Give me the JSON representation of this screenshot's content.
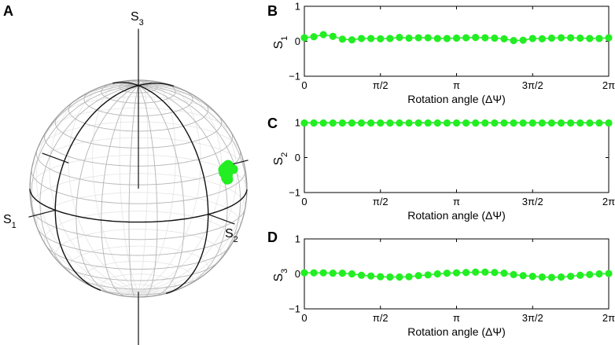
{
  "panels": {
    "A": {
      "letter": "A"
    },
    "B": {
      "letter": "B"
    },
    "C": {
      "letter": "C"
    },
    "D": {
      "letter": "D"
    }
  },
  "sphere": {
    "axis_labels": [
      {
        "name": "S",
        "sub": "1"
      },
      {
        "name": "S",
        "sub": "2"
      },
      {
        "name": "S",
        "sub": "3"
      }
    ],
    "point_color": "#22ee22"
  },
  "chart_data": [
    {
      "type": "scatter",
      "panel": "B",
      "ylabel": {
        "name": "S",
        "sub": "1"
      },
      "xlabel": "Rotation angle (ΔΨ)",
      "xlim": [
        0,
        6.2832
      ],
      "ylim": [
        -1,
        1
      ],
      "xticks": [
        {
          "value": 0,
          "label": "0"
        },
        {
          "value": 1.5708,
          "label": "π/2"
        },
        {
          "value": 3.1416,
          "label": "π"
        },
        {
          "value": 4.7124,
          "label": "3π/2"
        },
        {
          "value": 6.2832,
          "label": "2π"
        }
      ],
      "yticks": [
        {
          "value": -1,
          "label": "−1"
        },
        {
          "value": 0,
          "label": "0"
        },
        {
          "value": 1,
          "label": "1"
        }
      ],
      "color": "#22ee22",
      "y": [
        0.1,
        0.13,
        0.19,
        0.14,
        0.06,
        0.04,
        0.08,
        0.08,
        0.07,
        0.08,
        0.11,
        0.09,
        0.1,
        0.1,
        0.08,
        0.08,
        0.09,
        0.1,
        0.11,
        0.1,
        0.09,
        0.07,
        0.02,
        0.03,
        0.08,
        0.07,
        0.09,
        0.1,
        0.1,
        0.09,
        0.08,
        0.08,
        0.1
      ]
    },
    {
      "type": "scatter",
      "panel": "C",
      "ylabel": {
        "name": "S",
        "sub": "2"
      },
      "xlabel": "Rotation angle (ΔΨ)",
      "xlim": [
        0,
        6.2832
      ],
      "ylim": [
        -1,
        1
      ],
      "xticks": [
        {
          "value": 0,
          "label": "0"
        },
        {
          "value": 1.5708,
          "label": "π/2"
        },
        {
          "value": 3.1416,
          "label": "π"
        },
        {
          "value": 4.7124,
          "label": "3π/2"
        },
        {
          "value": 6.2832,
          "label": "2π"
        }
      ],
      "yticks": [
        {
          "value": -1,
          "label": "−1"
        },
        {
          "value": 0,
          "label": "0"
        },
        {
          "value": 1,
          "label": "1"
        }
      ],
      "color": "#22ee22",
      "y": [
        0.99,
        0.99,
        0.99,
        0.99,
        0.99,
        0.99,
        0.99,
        0.99,
        0.99,
        0.99,
        0.99,
        0.99,
        0.99,
        0.99,
        0.99,
        0.99,
        0.99,
        0.99,
        0.99,
        0.99,
        0.99,
        0.99,
        0.99,
        0.99,
        0.99,
        0.99,
        0.99,
        0.99,
        0.99,
        0.99,
        0.99,
        0.99,
        0.99
      ]
    },
    {
      "type": "scatter",
      "panel": "D",
      "ylabel": {
        "name": "S",
        "sub": "3"
      },
      "xlabel": "Rotation angle (ΔΨ)",
      "xlim": [
        0,
        6.2832
      ],
      "ylim": [
        -1,
        1
      ],
      "xticks": [
        {
          "value": 0,
          "label": "0"
        },
        {
          "value": 1.5708,
          "label": "π/2"
        },
        {
          "value": 3.1416,
          "label": "π"
        },
        {
          "value": 4.7124,
          "label": "3π/2"
        },
        {
          "value": 6.2832,
          "label": "2π"
        }
      ],
      "yticks": [
        {
          "value": -1,
          "label": "−1"
        },
        {
          "value": 0,
          "label": "0"
        },
        {
          "value": 1,
          "label": "1"
        }
      ],
      "color": "#22ee22",
      "y": [
        0.03,
        0.03,
        0.03,
        0.02,
        0.02,
        0.0,
        -0.04,
        -0.06,
        -0.08,
        -0.09,
        -0.09,
        -0.08,
        -0.05,
        -0.03,
        0.0,
        0.02,
        0.03,
        0.04,
        0.05,
        0.05,
        0.04,
        0.02,
        -0.02,
        -0.05,
        -0.07,
        -0.09,
        -0.1,
        -0.09,
        -0.07,
        -0.04,
        -0.02,
        0.0,
        0.01
      ]
    }
  ]
}
